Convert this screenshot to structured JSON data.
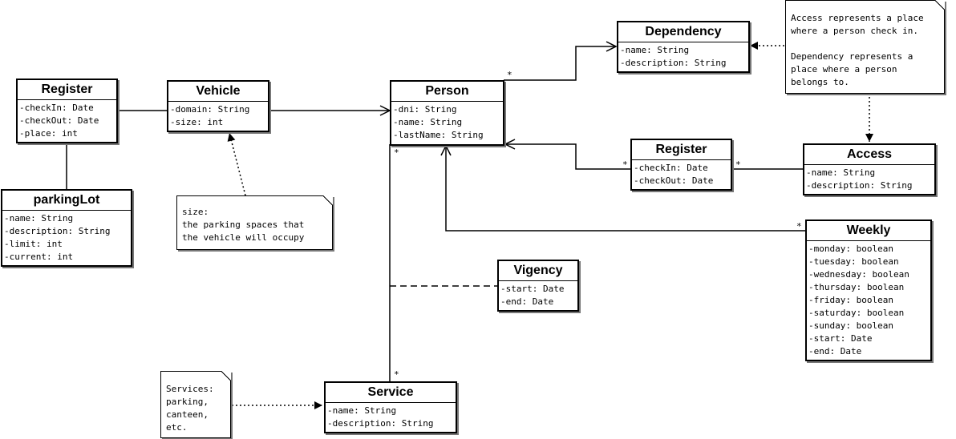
{
  "classes": {
    "register_left": {
      "name": "Register",
      "attrs": [
        "-checkIn: Date",
        "-checkOut: Date",
        "-place: int"
      ]
    },
    "vehicle": {
      "name": "Vehicle",
      "attrs": [
        "-domain: String",
        "-size: int"
      ]
    },
    "parkinglot": {
      "name": "parkingLot",
      "attrs": [
        "-name: String",
        "-description: String",
        "-limit: int",
        "-current: int"
      ]
    },
    "person": {
      "name": "Person",
      "attrs": [
        "-dni: String",
        "-name: String",
        "-lastName: String"
      ]
    },
    "dependency": {
      "name": "Dependency",
      "attrs": [
        "-name: String",
        "-description: String"
      ]
    },
    "register_right": {
      "name": "Register",
      "attrs": [
        "-checkIn: Date",
        "-checkOut: Date"
      ]
    },
    "access": {
      "name": "Access",
      "attrs": [
        "-name: String",
        "-description: String"
      ]
    },
    "weekly": {
      "name": "Weekly",
      "attrs": [
        "-monday: boolean",
        "-tuesday: boolean",
        "-wednesday: boolean",
        "-thursday: boolean",
        "-friday: boolean",
        "-saturday: boolean",
        "-sunday: boolean",
        "-start: Date",
        "-end: Date"
      ]
    },
    "vigency": {
      "name": "Vigency",
      "attrs": [
        "-start: Date",
        "-end: Date"
      ]
    },
    "service": {
      "name": "Service",
      "attrs": [
        "-name: String",
        "-description: String"
      ]
    }
  },
  "notes": {
    "size_note": [
      "size:",
      "the parking spaces that",
      "the vehicle will occupy"
    ],
    "access_note": [
      "Access represents a place",
      "where a person check in.",
      "",
      "Dependency represents a",
      "place where a person",
      "belongs to."
    ],
    "services_note": [
      "Services:",
      "parking,",
      "canteen,",
      "etc."
    ]
  },
  "multiplicities": {
    "person_dependency": "*",
    "person_service": "*",
    "register_person": "*",
    "register_access": "*",
    "weekly_person": "*",
    "service_person": "*"
  }
}
